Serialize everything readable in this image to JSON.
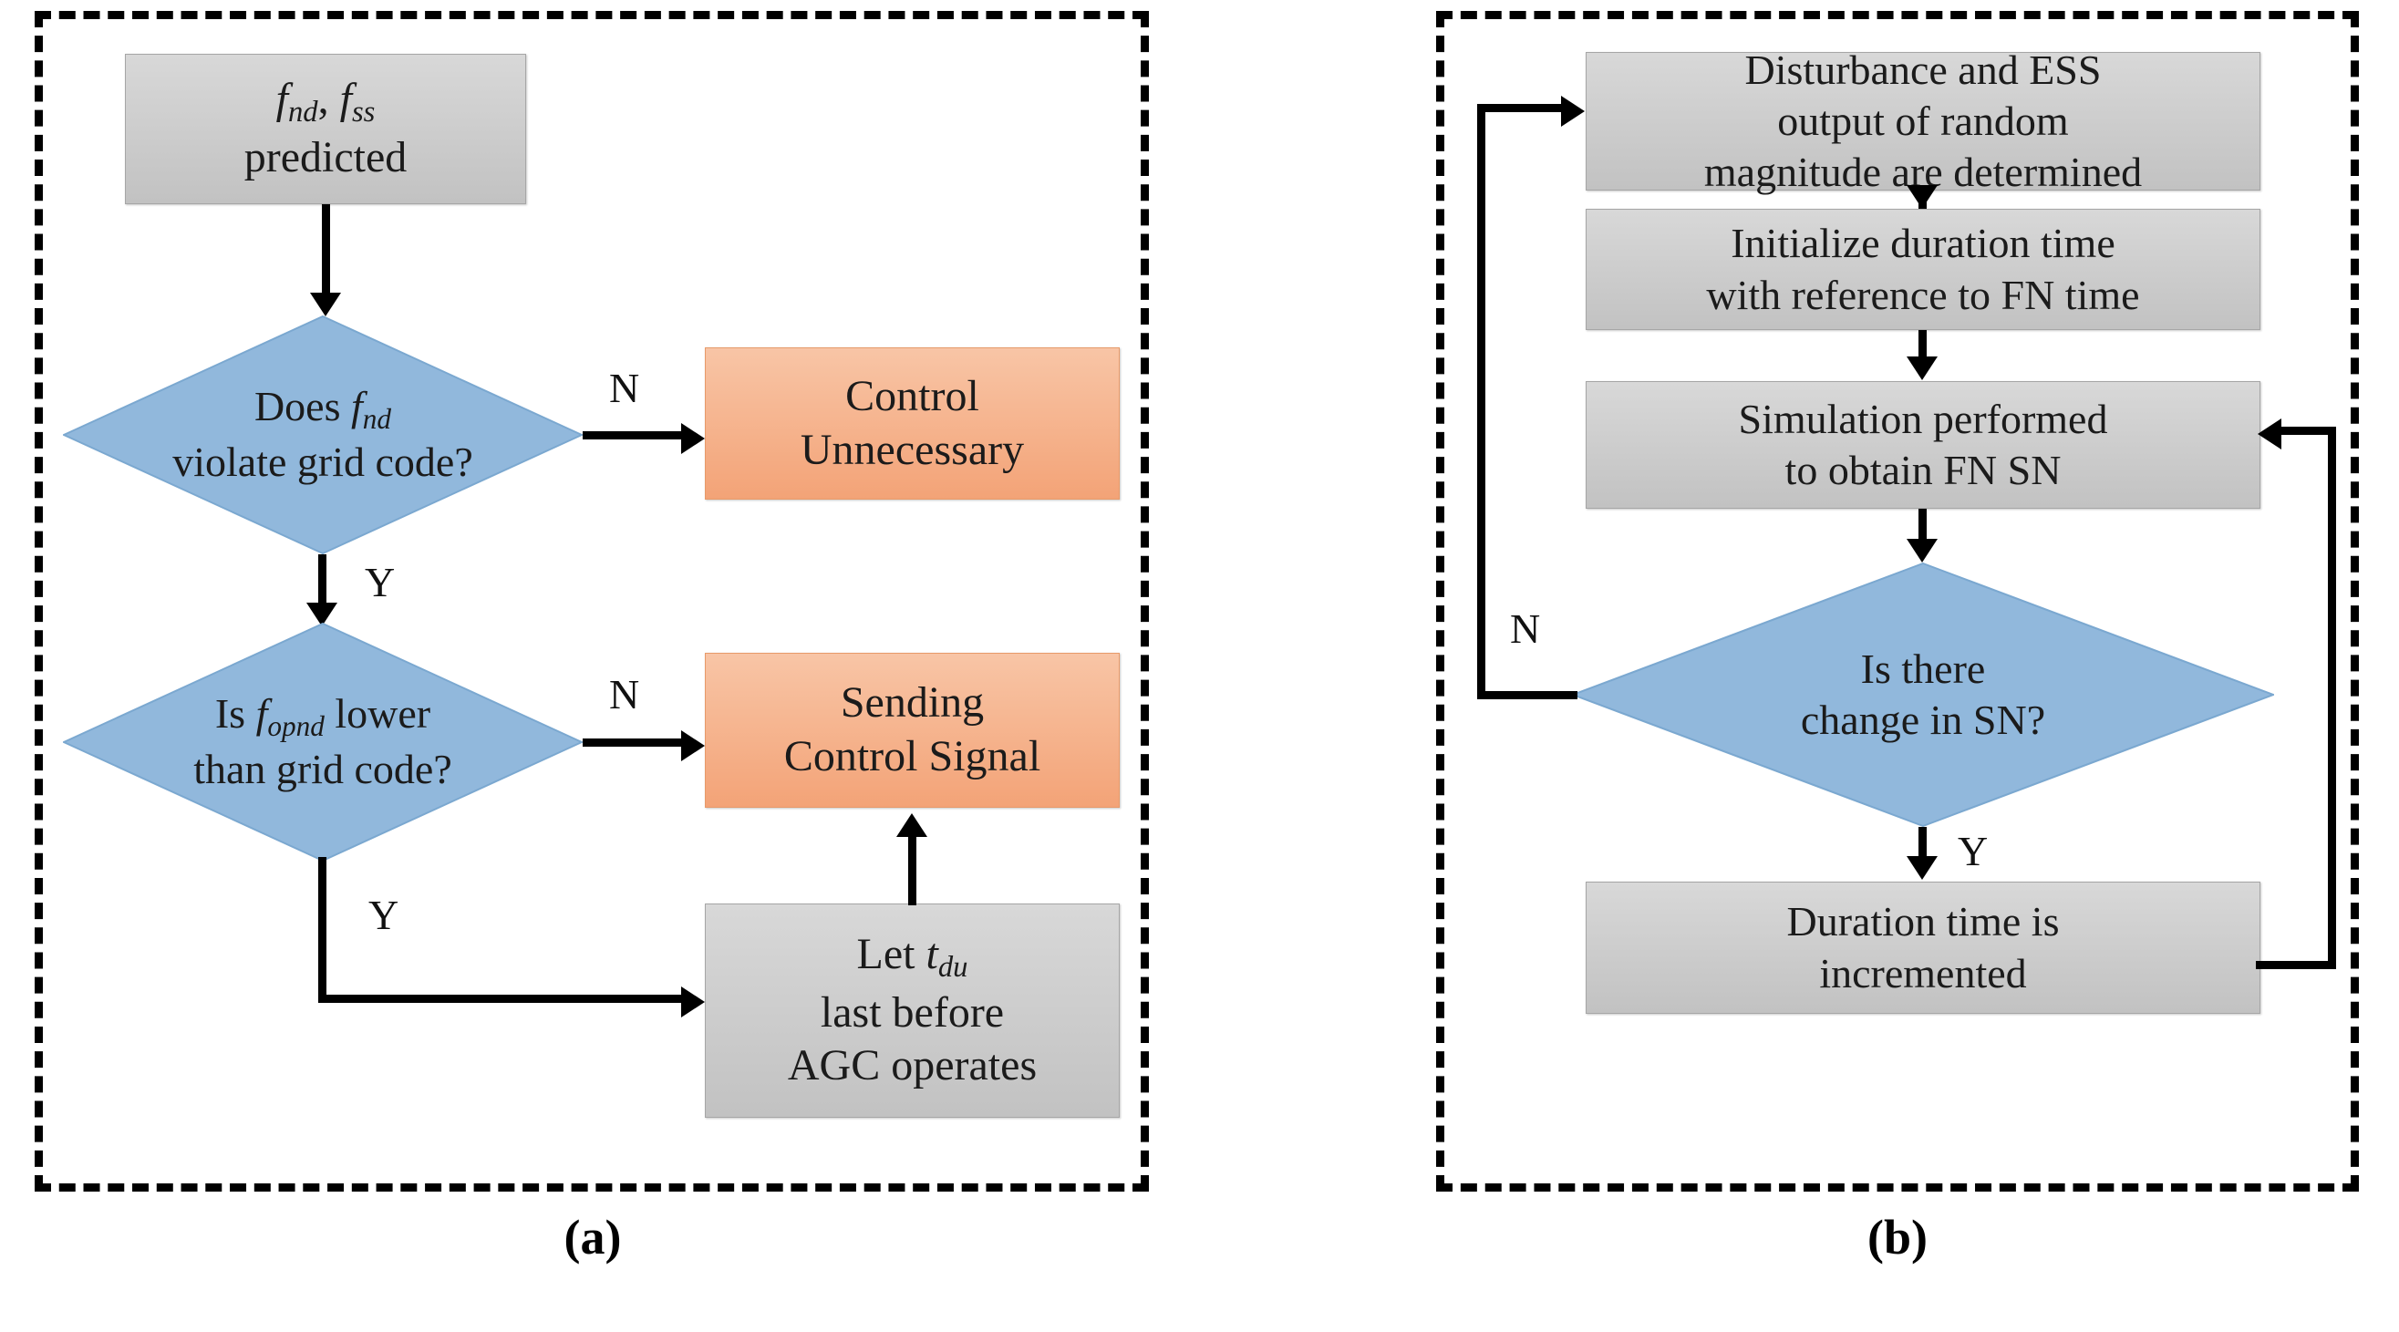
{
  "figure": {
    "panels": [
      {
        "id": "a",
        "caption": "(a)"
      },
      {
        "id": "b",
        "caption": "(b)"
      }
    ],
    "colors": {
      "process_fill": "#c8c8c8",
      "terminal_fill": "#f4a97d",
      "decision_fill": "#91b8dc",
      "border_dashed": "#000000",
      "arrow": "#000000"
    }
  },
  "panel_a": {
    "nodes": {
      "start": {
        "type": "process",
        "line1_prefix": "f",
        "line1_sub1": "nd",
        "line1_mid": ", ",
        "line1_prefix2": "f",
        "line1_sub2": "ss",
        "line2": "predicted"
      },
      "decision1": {
        "type": "decision",
        "line1_pre": "Does ",
        "line1_var": "f",
        "line1_sub": "nd",
        "line2": "violate grid code?"
      },
      "unnecessary": {
        "type": "terminal",
        "line1": "Control",
        "line2": "Unnecessary"
      },
      "decision2": {
        "type": "decision",
        "line1_pre": "Is ",
        "line1_var": "f",
        "line1_sub": "opnd",
        "line1_post": " lower",
        "line2": "than grid code?"
      },
      "sending": {
        "type": "terminal",
        "line1": "Sending",
        "line2": "Control Signal"
      },
      "let_tdu": {
        "type": "process",
        "line1_pre": "Let ",
        "line1_var": "t",
        "line1_sub": "du",
        "line2": "last before",
        "line3": "AGC operates"
      }
    },
    "edge_labels": {
      "d1_no": "N",
      "d1_yes": "Y",
      "d2_no": "N",
      "d2_yes": "Y"
    }
  },
  "panel_b": {
    "nodes": {
      "disturbance": {
        "type": "process",
        "line1": "Disturbance and ESS",
        "line2": "output of random",
        "line3": "magnitude are determined"
      },
      "initialize": {
        "type": "process",
        "line1": "Initialize duration time",
        "line2": "with reference to FN time"
      },
      "simulation": {
        "type": "process",
        "line1": "Simulation performed",
        "line2": "to obtain FN SN"
      },
      "decision": {
        "type": "decision",
        "line1": "Is there",
        "line2": "change in SN?"
      },
      "increment": {
        "type": "process",
        "line1": "Duration time is",
        "line2": "incremented"
      }
    },
    "edge_labels": {
      "no": "N",
      "yes": "Y"
    }
  }
}
